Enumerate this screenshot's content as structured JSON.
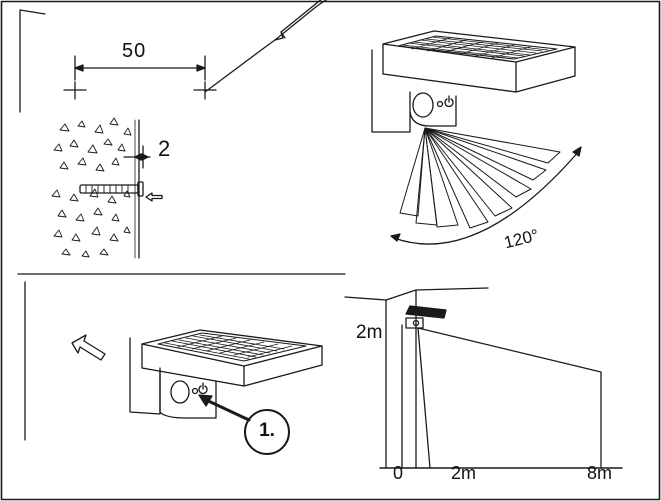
{
  "dimensions": {
    "spacing": "50",
    "depth": "2"
  },
  "detection": {
    "angle": "120°"
  },
  "range": {
    "height": "2m",
    "x_labels": [
      "0",
      "2m",
      "8m"
    ]
  },
  "steps": {
    "power_button": "1."
  },
  "icons": [
    "pencil-icon",
    "drill-arrow-icon",
    "direction-arrow-icon",
    "power-icon",
    "pir-sensor-icon",
    "solar-panel-icon"
  ],
  "colors": {
    "line": "#1a1a1a",
    "background": "#ffffff"
  }
}
